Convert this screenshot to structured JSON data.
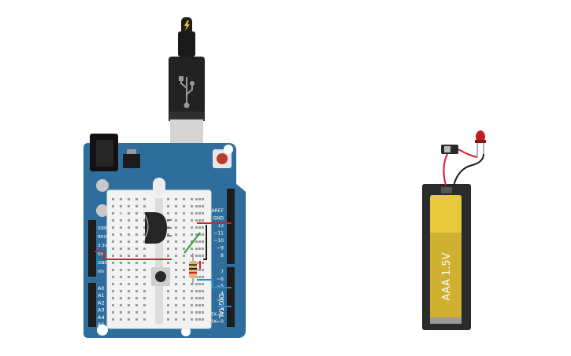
{
  "canvas": {
    "background": "#ffffff"
  },
  "arduino": {
    "board_color": "#2f6e9c",
    "power_labels": [
      "IOREF",
      "RESET",
      "3.3V",
      "5V",
      "GND",
      "Vin"
    ],
    "analog_labels": [
      "A0",
      "A1",
      "A2",
      "A3",
      "A4",
      "A5"
    ],
    "digital_labels_top": [
      "AREF",
      "GND",
      "13",
      "~11",
      "~10",
      "~9",
      "8"
    ],
    "digital_labels_bottom": [
      "7",
      "~6",
      "~5",
      "4",
      "~3",
      "2",
      "TX→1",
      "RX←0"
    ],
    "digital_header": "DIGITAL"
  },
  "usb_cable": {
    "icon": "usb-icon",
    "connector_icon": "lightning-icon"
  },
  "breadboard": {
    "color": "#f2f2f2"
  },
  "battery": {
    "label": "AAA 1.5V",
    "cell_color": "#e8c93b",
    "holder_color": "#2b2b2b"
  },
  "led": {
    "color": "#c0201f"
  },
  "wires": {
    "red": "#d61f26",
    "green": "#2e9b3a",
    "blue": "#1f8fd6",
    "black": "#1a1a1a"
  }
}
